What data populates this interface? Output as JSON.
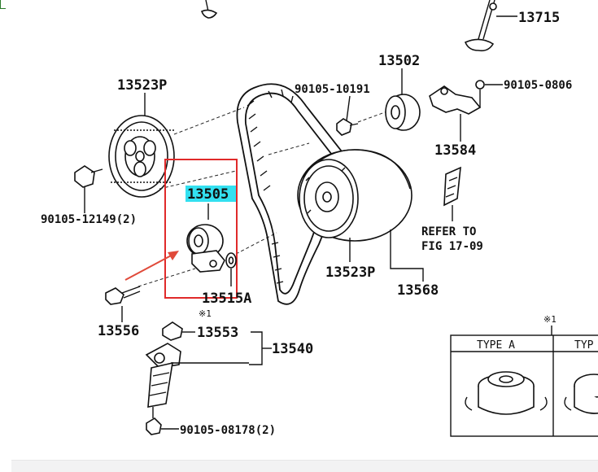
{
  "parts": {
    "p13715": "13715",
    "p13502": "13502",
    "p13523_top": "13523P",
    "p90105_10191": "90105-10191",
    "p90105_0806": "90105-0806",
    "p13584": "13584",
    "p13505": "13505",
    "p90105_12149": "90105-12149(2)",
    "refer_line1": "REFER TO",
    "refer_line2": "FIG 17-09",
    "p13523_bottom": "13523P",
    "p13568": "13568",
    "p13515a": "13515A",
    "p13556": "13556",
    "note_mark_1": "※1",
    "p13553": "13553",
    "p13540": "13540",
    "p90105_08178": "90105-08178(2)",
    "note_mark_2": "※1"
  },
  "type_table": {
    "type_a": "TYPE A",
    "type_b": "TYP"
  },
  "highlight": {
    "color": "#33e0f0",
    "frame_color": "#e02a2a",
    "arrow_color": "#e04a3a"
  }
}
